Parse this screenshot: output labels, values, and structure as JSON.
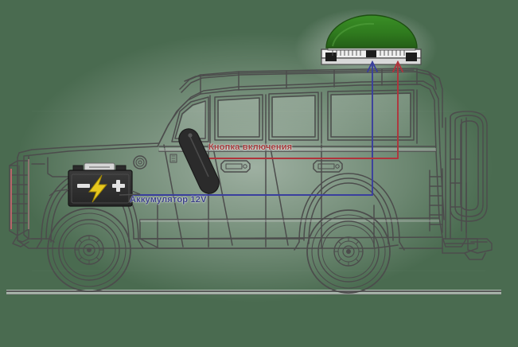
{
  "scene": {
    "title": "Vehicle antenna installation diagram",
    "background_color": "#4a6b50",
    "ground_line_color": "#5a5a5a"
  },
  "labels": {
    "power_button": {
      "text": "Кнопка включения",
      "color": "#a33a3a"
    },
    "battery": {
      "text": "Аккумулятор 12V",
      "color": "#3a3f86"
    }
  },
  "components": {
    "dome": {
      "name": "antenna-dome",
      "color": "#2f7a1e",
      "outline_color": "#1e4f12"
    },
    "battery_unit": {
      "name": "battery-12v",
      "body_color": "#2d2d2d",
      "bolt_color": "#e8c81e",
      "terminal_minus": "–",
      "terminal_plus": "+"
    },
    "wires": [
      {
        "name": "power-wire-red",
        "color": "#b0343c"
      },
      {
        "name": "ground-wire-blue",
        "color": "#3a3f9e"
      }
    ],
    "vehicle": {
      "name": "uaz-suv-outline",
      "line_color": "#4c4c4c"
    }
  }
}
